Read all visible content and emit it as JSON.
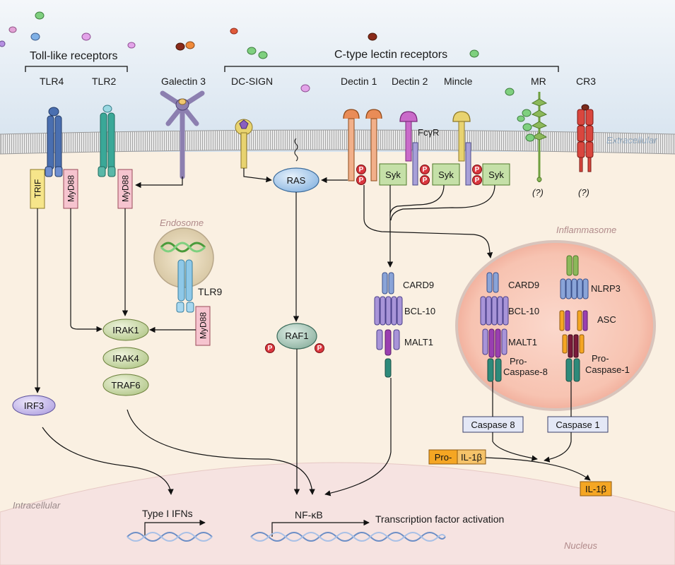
{
  "headers": {
    "tlr_group": "Toll-like receptors",
    "clr_group": "C-type lectin receptors"
  },
  "receptors": {
    "tlr4": "TLR4",
    "tlr2": "TLR2",
    "galectin3": "Galectin 3",
    "dc_sign": "DC-SIGN",
    "dectin1": "Dectin 1",
    "dectin2": "Dectin 2",
    "mincle": "Mincle",
    "mr": "MR",
    "cr3": "CR3",
    "fcgr": "FcγR",
    "tlr9": "TLR9"
  },
  "regions": {
    "extracellular": "Extracellular",
    "intracellular": "Intracellular",
    "endosome": "Endosome",
    "inflammasome": "Inflammasome",
    "nucleus": "Nucleus"
  },
  "unknown_marks": {
    "mr": "(?)",
    "cr3": "(?)"
  },
  "adaptors": {
    "trif": "TRIF",
    "myd88_tlr4": "MyD88",
    "myd88_tlr2": "MyD88",
    "myd88_tlr9": "MyD88"
  },
  "kinases": {
    "syk_1": "Syk",
    "syk_2": "Syk",
    "syk_3": "Syk",
    "ras": "RAS",
    "raf1": "RAF1",
    "phospho": "P"
  },
  "myd88_cascade": {
    "irak1": "IRAK1",
    "irak4": "IRAK4",
    "traf6": "TRAF6",
    "irf3": "IRF3"
  },
  "card9_complex": {
    "card9": "CARD9",
    "bcl10": "BCL-10",
    "malt1": "MALT1"
  },
  "inflammasome_complex": {
    "card9": "CARD9",
    "bcl10": "BCL-10",
    "malt1": "MALT1",
    "pro_caspase8": [
      "Pro-",
      "Caspase-8"
    ],
    "nlrp3": "NLRP3",
    "asc": "ASC",
    "pro_caspase1": [
      "Pro-",
      "Caspase-1"
    ],
    "caspase8": "Caspase 8",
    "caspase1": "Caspase 1"
  },
  "cytokines": {
    "pro": "Pro-",
    "il1b": "IL-1β",
    "il1b_mature": "IL-1β"
  },
  "nuclear": {
    "type1_ifns": "Type I IFNs",
    "nfkb": "NF-κB",
    "tf_activation": "Transcription factor activation"
  },
  "colors": {
    "extracellular_bg": "#dde8f2",
    "cytoplasm_bg": "#faf0e2",
    "nucleus_bg": "#f6e5e5",
    "membrane": "#a9a9a9",
    "tlr4": "#4a6fb0",
    "tlr2": "#3aa898",
    "galectin3": "#8c7fb0",
    "dectin1": "#e98c57",
    "syk": "#c5e0a8",
    "ras": "#b8d4f0",
    "raf1": "#a8c7b8",
    "phospho": "#d9363e",
    "card9": "#8aa4d8",
    "bcl10": "#a894d8",
    "malt1": "#7b4b9f",
    "caspase": "#2e8a7a",
    "cr3": "#d9463e",
    "mr": "#8cb85a",
    "il1b": "#f5a623",
    "dna": "#6c8ec6"
  }
}
